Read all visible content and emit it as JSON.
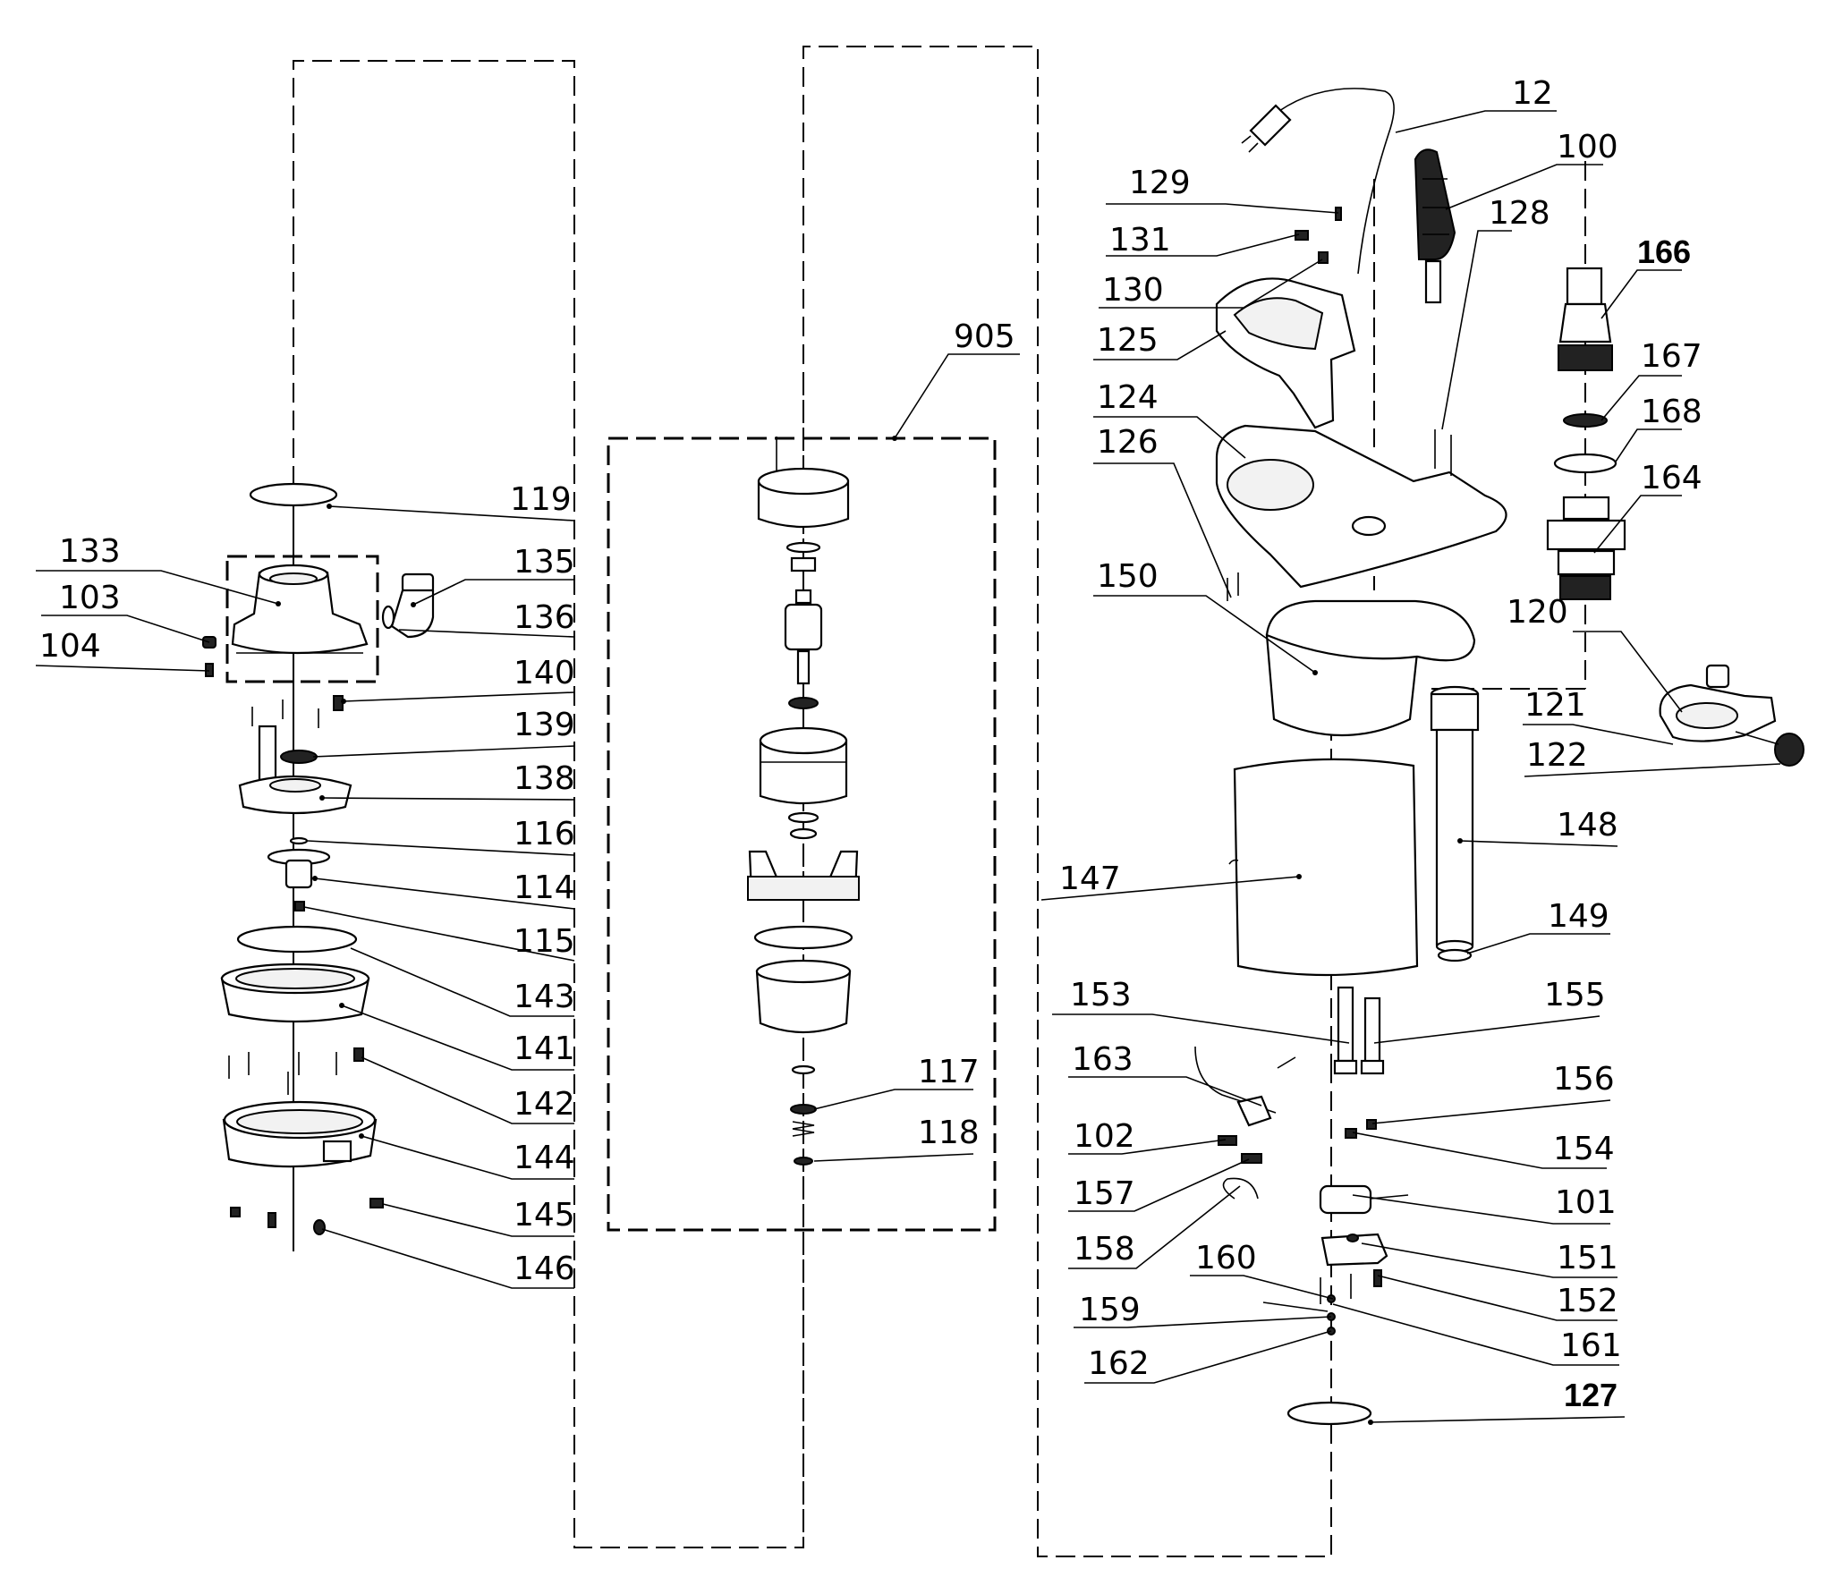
{
  "labels": {
    "l12": "12",
    "l100": "100",
    "l101": "101",
    "l102": "102",
    "l103": "103",
    "l104": "104",
    "l114": "114",
    "l115": "115",
    "l116": "116",
    "l117": "117",
    "l118": "118",
    "l119": "119",
    "l120": "120",
    "l121": "121",
    "l122": "122",
    "l124": "124",
    "l125": "125",
    "l126": "126",
    "l127": "127",
    "l128": "128",
    "l129": "129",
    "l130": "130",
    "l131": "131",
    "l133": "133",
    "l135": "135",
    "l136": "136",
    "l138": "138",
    "l139": "139",
    "l140": "140",
    "l141": "141",
    "l142": "142",
    "l143": "143",
    "l144": "144",
    "l145": "145",
    "l146": "146",
    "l147": "147",
    "l148": "148",
    "l149": "149",
    "l150": "150",
    "l151": "151",
    "l152": "152",
    "l153": "153",
    "l154": "154",
    "l155": "155",
    "l156": "156",
    "l157": "157",
    "l158": "158",
    "l159": "159",
    "l160": "160",
    "l161": "161",
    "l162": "162",
    "l163": "163",
    "l164": "164",
    "l166": "166",
    "l167": "167",
    "l168": "168",
    "l905": "905"
  }
}
